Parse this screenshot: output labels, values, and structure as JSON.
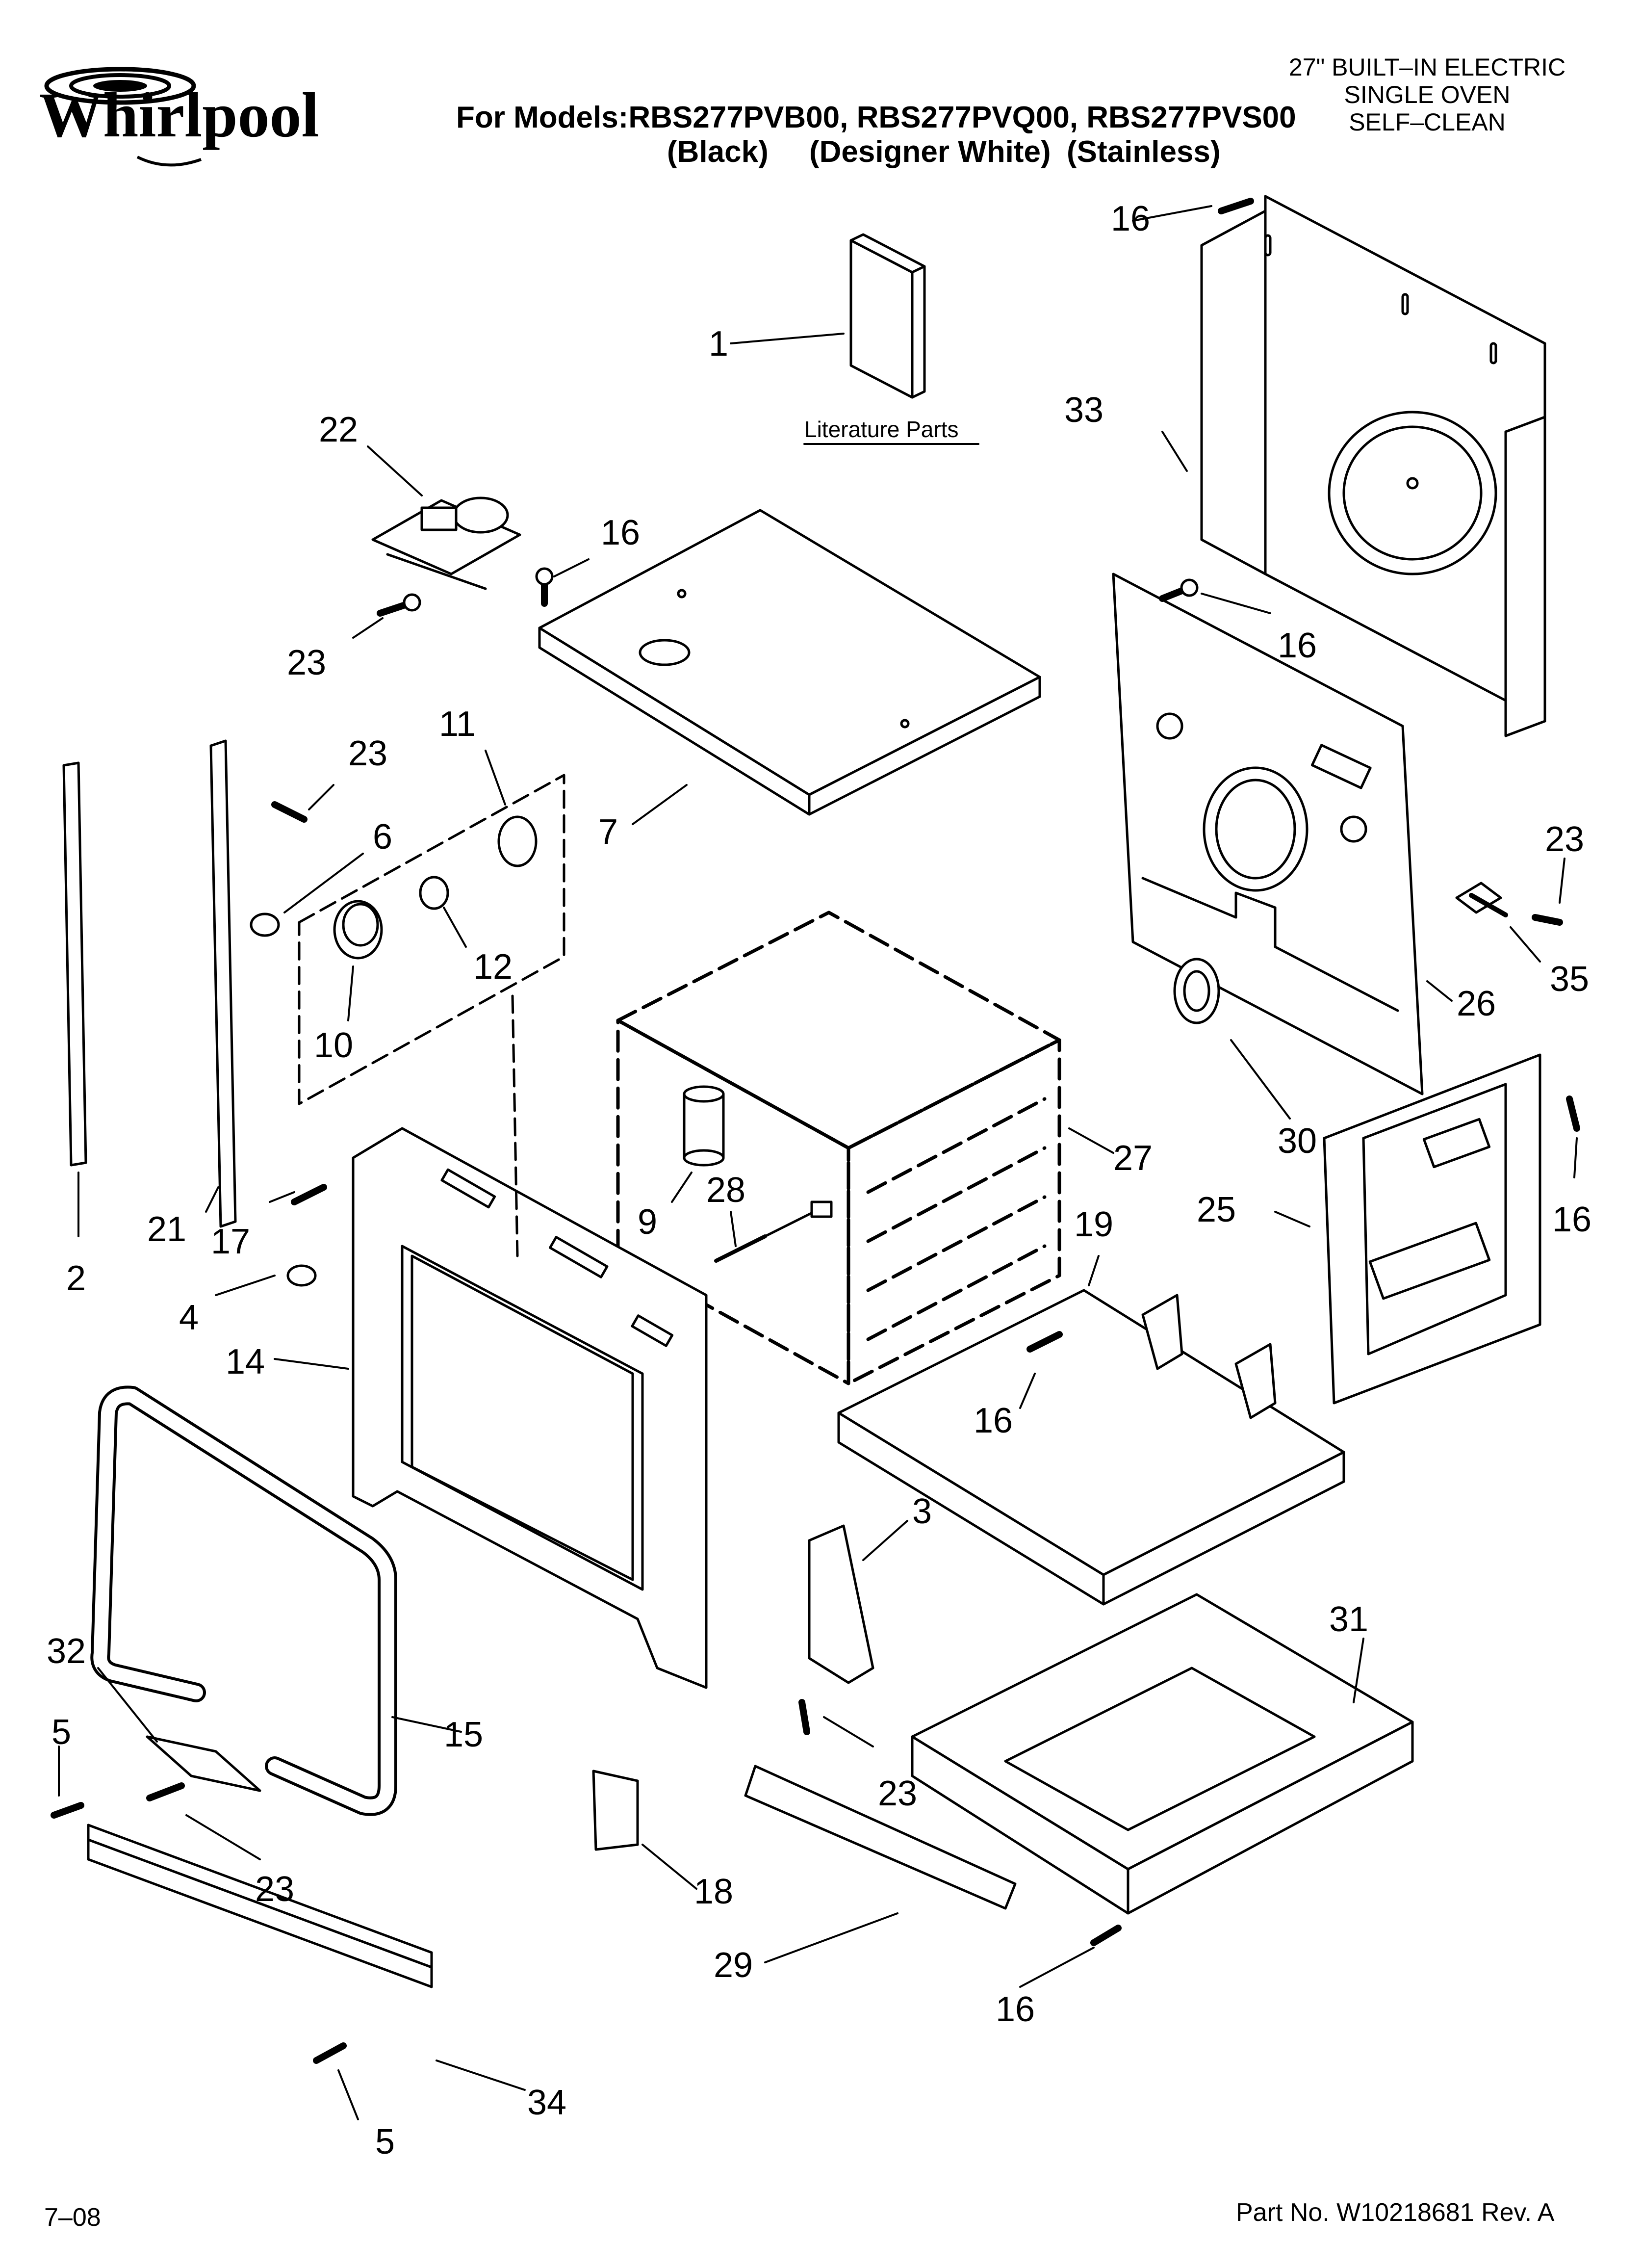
{
  "brand": {
    "name": "Whirlpool"
  },
  "header": {
    "models_line": "For Models:RBS277PVB00, RBS277PVQ00, RBS277PVS00",
    "finish_black": "(Black)",
    "finish_white": "(Designer White)",
    "finish_stainless": "(Stainless)"
  },
  "product": {
    "line1": "27\" BUILT–IN ELECTRIC",
    "line2": "SINGLE OVEN",
    "line3": "SELF–CLEAN"
  },
  "literature_label": "Literature Parts",
  "callouts": {
    "c1": "1",
    "c2": "2",
    "c3": "3",
    "c4": "4",
    "c5a": "5",
    "c5b": "5",
    "c6": "6",
    "c7": "7",
    "c9": "9",
    "c10": "10",
    "c11": "11",
    "c12": "12",
    "c14": "14",
    "c15": "15",
    "c16a": "16",
    "c16b": "16",
    "c16c": "16",
    "c16d": "16",
    "c16e": "16",
    "c16f": "16",
    "c17": "17",
    "c18": "18",
    "c19": "19",
    "c21": "21",
    "c22": "22",
    "c23a": "23",
    "c23b": "23",
    "c23c": "23",
    "c23d": "23",
    "c23e": "23",
    "c25": "25",
    "c26": "26",
    "c27": "27",
    "c28": "28",
    "c29": "29",
    "c30": "30",
    "c31": "31",
    "c32": "32",
    "c33": "33",
    "c34": "34",
    "c35": "35"
  },
  "footer": {
    "date": "7–08",
    "part_no": "Part No. W10218681 Rev. A"
  }
}
